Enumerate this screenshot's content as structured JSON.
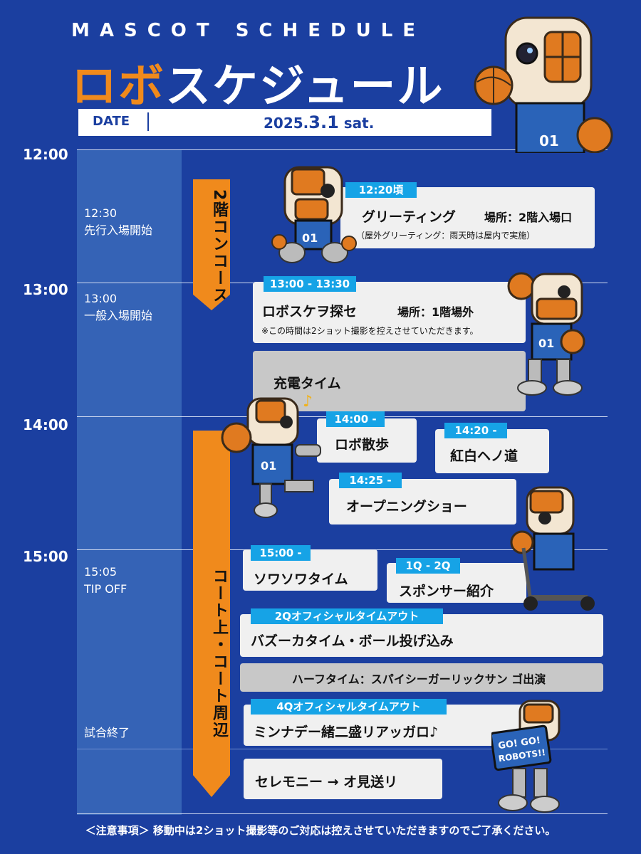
{
  "header": {
    "subtitle": "MASCOT SCHEDULE",
    "title_accent": "ロボ",
    "title_rest": "スケジュール",
    "date_label": "DATE",
    "date_year": "2025.",
    "date_day": "3.1",
    "date_weekday": " sat."
  },
  "times": [
    "12:00",
    "13:00",
    "14:00",
    "15:00"
  ],
  "notes": {
    "n1_time": "12:30",
    "n1_text": "先行入場開始",
    "n2_time": "13:00",
    "n2_text": "一般入場開始",
    "n3_time": "15:05",
    "n3_text": "TIP OFF",
    "n4_text": "試合終了"
  },
  "locations": {
    "concourse": "2階コンコース",
    "court": "コート上・コート周辺"
  },
  "events": {
    "e1": {
      "tag": "12:20頃",
      "title": "グリーティング",
      "place": "場所：2階入場口",
      "sub": "（屋外グリーティング：雨天時は屋内で実施）"
    },
    "e2": {
      "tag": "13:00 - 13:30",
      "title": "ロボスケヲ探セ",
      "place": "場所：1階場外",
      "sub": "※この時間は2ショット撮影を控えさせていただきます。"
    },
    "e3": {
      "title": "充電タイム",
      "note": "♪"
    },
    "e4": {
      "tag": "14:00 -",
      "title": "ロボ散歩"
    },
    "e5": {
      "tag": "14:20 -",
      "title": "紅白ヘノ道"
    },
    "e6": {
      "tag": "14:25 -",
      "title": "オープニングショー"
    },
    "e7": {
      "tag": "15:00 -",
      "title": "ソワソワタイム"
    },
    "e8": {
      "tag": "1Q - 2Q",
      "title": "スポンサー紹介"
    },
    "e9": {
      "tag": "2Qオフィシャルタイムアウト",
      "title": "バズーカタイム・ボール投げ込み"
    },
    "e10": {
      "title": "ハーフタイム：スパイシーガーリックサン ゴ出演"
    },
    "e11": {
      "tag": "4Qオフィシャルタイムアウト",
      "title": "ミンナデー緒二盛リアッガロ♪"
    },
    "e12": {
      "title": "セレモニー → オ見送リ"
    }
  },
  "sign_text": "GO! GO! ROBOTS!!",
  "jersey_number": "01",
  "footer": "＜注意事項＞ 移動中は2ショット撮影等のご対応は控えさせていただきますのでご了承ください。",
  "colors": {
    "bg": "#1b3fa0",
    "accent": "#f08a1c",
    "tag": "#16a3e6",
    "card": "#f0f0f0"
  }
}
